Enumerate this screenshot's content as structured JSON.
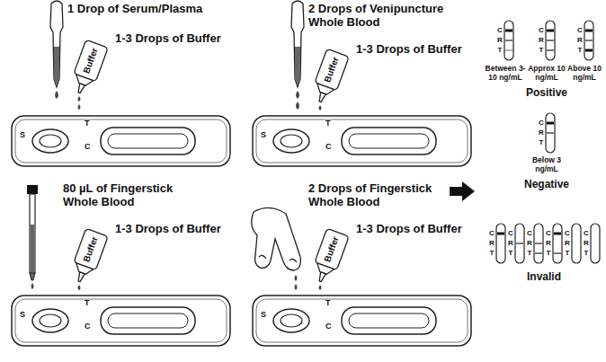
{
  "diagram": {
    "nodes": [
      {
        "text": [
          "Buffer"
        ]
      },
      {
        "text": [
          "S",
          "T",
          "C"
        ]
      },
      {
        "text": [
          "Buffer"
        ]
      },
      {
        "text": [
          "S",
          "T",
          "C"
        ]
      },
      {
        "text": [
          "Buffer"
        ]
      },
      {
        "text": [
          "S",
          "T",
          "C"
        ]
      },
      {
        "text": [
          "Buffer"
        ]
      },
      {
        "text": [
          "S",
          "T",
          "C"
        ]
      },
      {
        "text": [
          "C",
          "R",
          "T"
        ]
      },
      {
        "text": [
          "C",
          "R",
          "T"
        ]
      },
      {
        "text": [
          "C",
          "R",
          "T"
        ]
      },
      {
        "text": [
          "C",
          "R",
          "T"
        ]
      },
      {
        "text": [
          "C",
          "R",
          "T"
        ]
      },
      {
        "text": [
          "C",
          "R",
          "T"
        ]
      },
      {
        "text": [
          "C",
          "R",
          "T"
        ]
      },
      {
        "text": [
          "C",
          "R",
          "T"
        ]
      },
      {
        "text": [
          "C",
          "R",
          "T"
        ]
      },
      {
        "text": [
          "C",
          "R",
          "T"
        ]
      }
    ],
    "labels": [
      "1 Drop of Serum/Plasma",
      "1-3 Drops of Buffer",
      "2 Drops of Venipuncture Whole Blood",
      "1-3 Drops of Buffer",
      "80 µL of Fingerstick Whole Blood",
      "1-3 Drops of Buffer",
      "2 Drops of Fingerstick Whole Blood",
      "1-3 Drops of Buffer",
      "Between 3-10 ng/mL",
      "Approx 10 ng/mL",
      "Above 10 ng/mL",
      "Positive",
      "Below 3 ng/mL",
      "Negative",
      "Invalid"
    ]
  }
}
